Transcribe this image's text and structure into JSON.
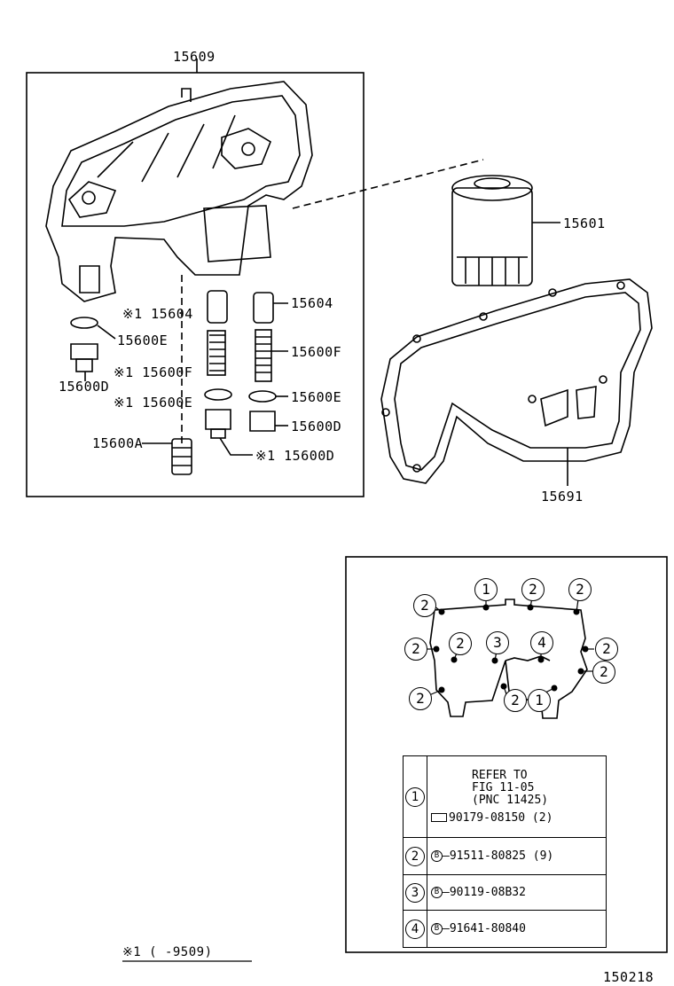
{
  "labels": {
    "p15609": "15609",
    "p15601": "15601",
    "p15604a": "※1 15604",
    "p15604b": "15604",
    "p15600e_a": "15600E",
    "p15600d_a": "15600D",
    "p15600f_a": "※1 15600F",
    "p15600f_b": "15600F",
    "p15600e_b": "※1 15600E",
    "p15600e_c": "15600E",
    "p15600d_b": "15600D",
    "p15600a": "15600A",
    "p15600d_c": "※1 15600D",
    "p15691": "15691"
  },
  "bolt_markers": [
    "2",
    "1",
    "2",
    "2",
    "2",
    "2",
    "3",
    "4",
    "2",
    "2",
    "2",
    "2",
    "1"
  ],
  "legend": {
    "rows": [
      {
        "num": "1",
        "lines": [
          "REFER TO",
          "FIG 11-05",
          "(PNC 11425)"
        ],
        "part": "90179-08150",
        "qty": "(2)"
      },
      {
        "num": "2",
        "symbol": "B",
        "part": "91511-80825",
        "qty": "(9)"
      },
      {
        "num": "3",
        "symbol": "B",
        "part": "90119-08B32",
        "qty": ""
      },
      {
        "num": "4",
        "symbol": "B",
        "part": "91641-80840",
        "qty": ""
      }
    ]
  },
  "footnote": "※1 (      -9509)",
  "figure_id": "150218"
}
